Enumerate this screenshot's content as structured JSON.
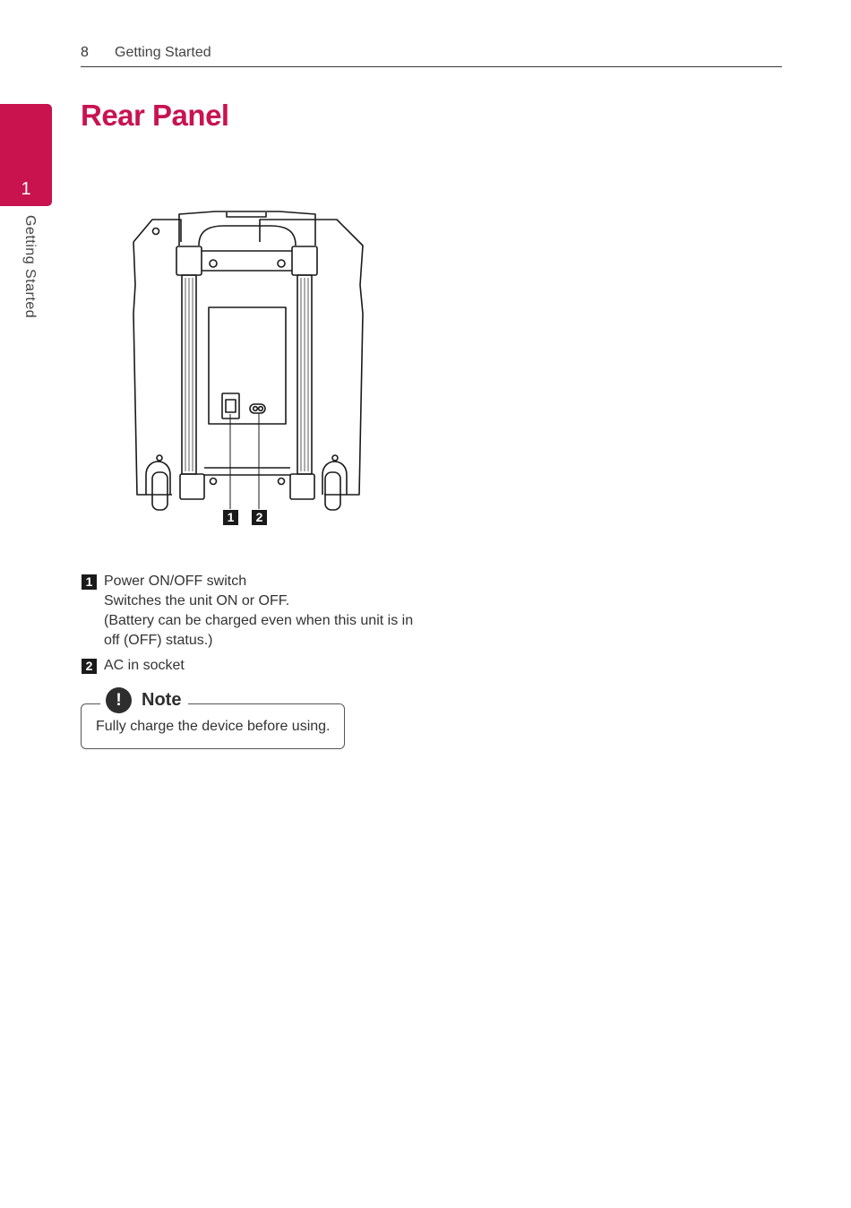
{
  "header": {
    "page_number": "8",
    "running_head": "Getting Started"
  },
  "side_tab": {
    "chapter_number": "1",
    "chapter_label": "Getting Started"
  },
  "title": "Rear Panel",
  "figure": {
    "callouts": [
      "1",
      "2"
    ]
  },
  "items": [
    {
      "number": "1",
      "name": "Power ON/OFF switch",
      "lines": [
        "Switches the unit ON or OFF.",
        "(Battery can be charged even when this unit is in",
        "off (OFF) status.)"
      ]
    },
    {
      "number": "2",
      "name": "AC in socket",
      "lines": []
    }
  ],
  "note": {
    "icon": "!",
    "label": "Note",
    "text": "Fully charge the device before using."
  },
  "colors": {
    "accent": "#c8134f",
    "ink": "#1a1a1a"
  }
}
